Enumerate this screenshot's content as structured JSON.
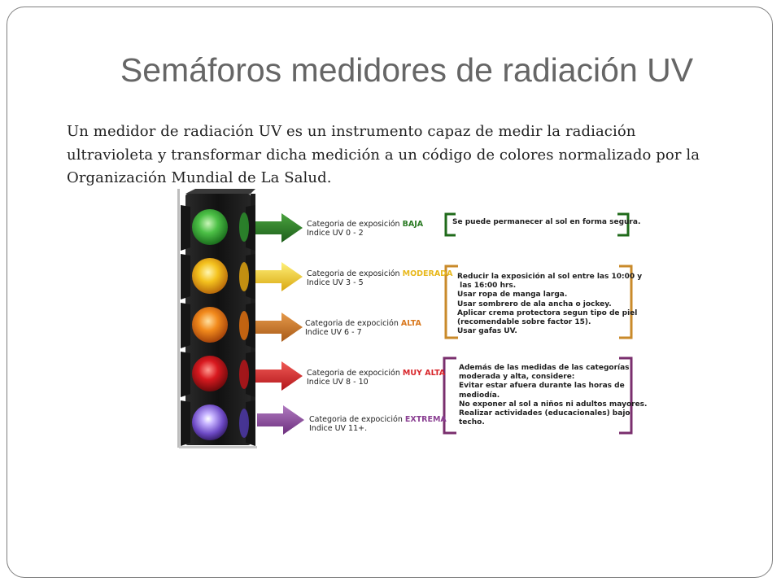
{
  "slide": {
    "title": "Semáforos medidores de radiación UV",
    "intro": "Un medidor de radiación UV es un instrumento capaz de medir la radiación ultravioleta y transformar dicha medición a un código de colores normalizado por la Organización Mundial de La Salud."
  },
  "categories": [
    {
      "label": "Categoria de exposición ",
      "level": "BAJA",
      "index": "Indice UV 0 - 2",
      "color": "#2a7a23"
    },
    {
      "label": "Categoria de exposición ",
      "level": "MODERADA",
      "index": "Indice UV 3 - 5",
      "color": "#e8b81c"
    },
    {
      "label": "Categoria de expocición ",
      "level": "ALTA",
      "index": "Indice UV 6 - 7",
      "color": "#d9781e"
    },
    {
      "label": "Categoria de expocición ",
      "level": "MUY ALTA",
      "index": "Indice UV 8 - 10",
      "color": "#d8262b"
    },
    {
      "label": "Categoria de expocición ",
      "level": "EXTREMA",
      "index": "Indice UV 11+.",
      "color": "#8a3f92"
    }
  ],
  "advice": {
    "baja": [
      "Se puede permanecer al sol en forma segura."
    ],
    "moderada": [
      "Reducir la exposición al sol entre las 10:00 y",
      " las 16:00 hrs.",
      "Usar ropa de manga larga.",
      "Usar sombrero de ala ancha o jockey.",
      "Aplicar crema protectora segun tipo de piel",
      "(recomendable sobre factor 15).",
      "Usar gafas UV."
    ],
    "muy_alta": [
      "Además de las medidas de las categorías",
      "moderada y alta, considere:",
      "Evitar estar afuera durante las horas de",
      "mediodía.",
      "No exponer al sol a niños ni adultos mayores.",
      "Realizar actividades (educacionales) bajo",
      "techo."
    ]
  },
  "colors": {
    "green": "#2a7a23",
    "yellow": "#e8b81c",
    "orange": "#d9781e",
    "red": "#d8262b",
    "purple": "#8a3f92",
    "bracket_moderada": "#c98a2a",
    "bracket_muy_alta": "#7a2f6e"
  }
}
